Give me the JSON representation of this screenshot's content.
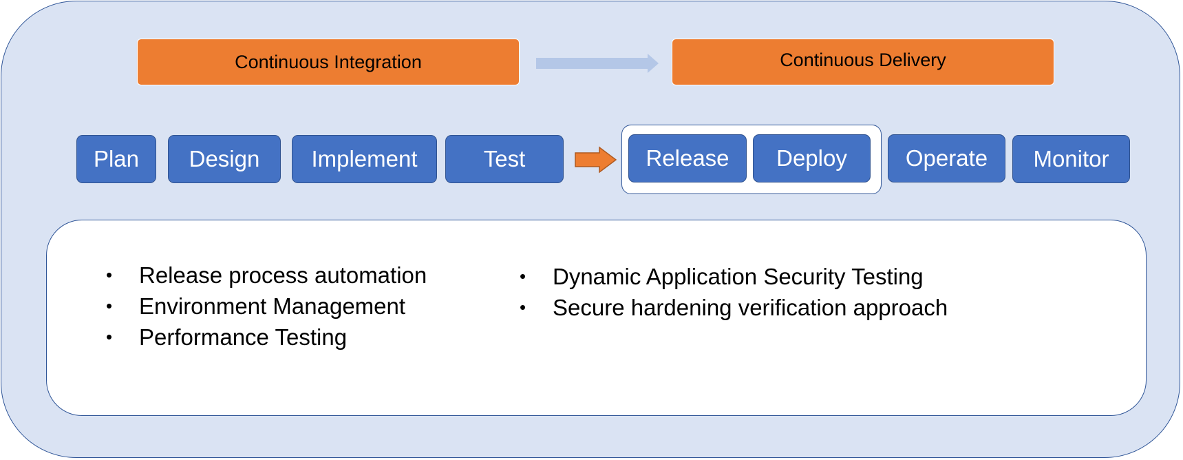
{
  "phases": {
    "ci_label": "Continuous Integration",
    "cd_label": "Continuous Delivery"
  },
  "steps": {
    "plan": "Plan",
    "design": "Design",
    "implement": "Implement",
    "test": "Test",
    "release": "Release",
    "deploy": "Deploy",
    "operate": "Operate",
    "monitor": "Monitor"
  },
  "details": {
    "left_items": [
      "Release process automation",
      "Environment Management",
      "Performance Testing"
    ],
    "right_items": [
      "Dynamic Application Security Testing",
      "Secure hardening verification approach"
    ]
  },
  "colors": {
    "background": "#dae3f3",
    "phase_fill": "#ed7d31",
    "step_fill": "#4472c4",
    "border": "#2f5597",
    "connector_arrow": "#b4c7e7"
  }
}
